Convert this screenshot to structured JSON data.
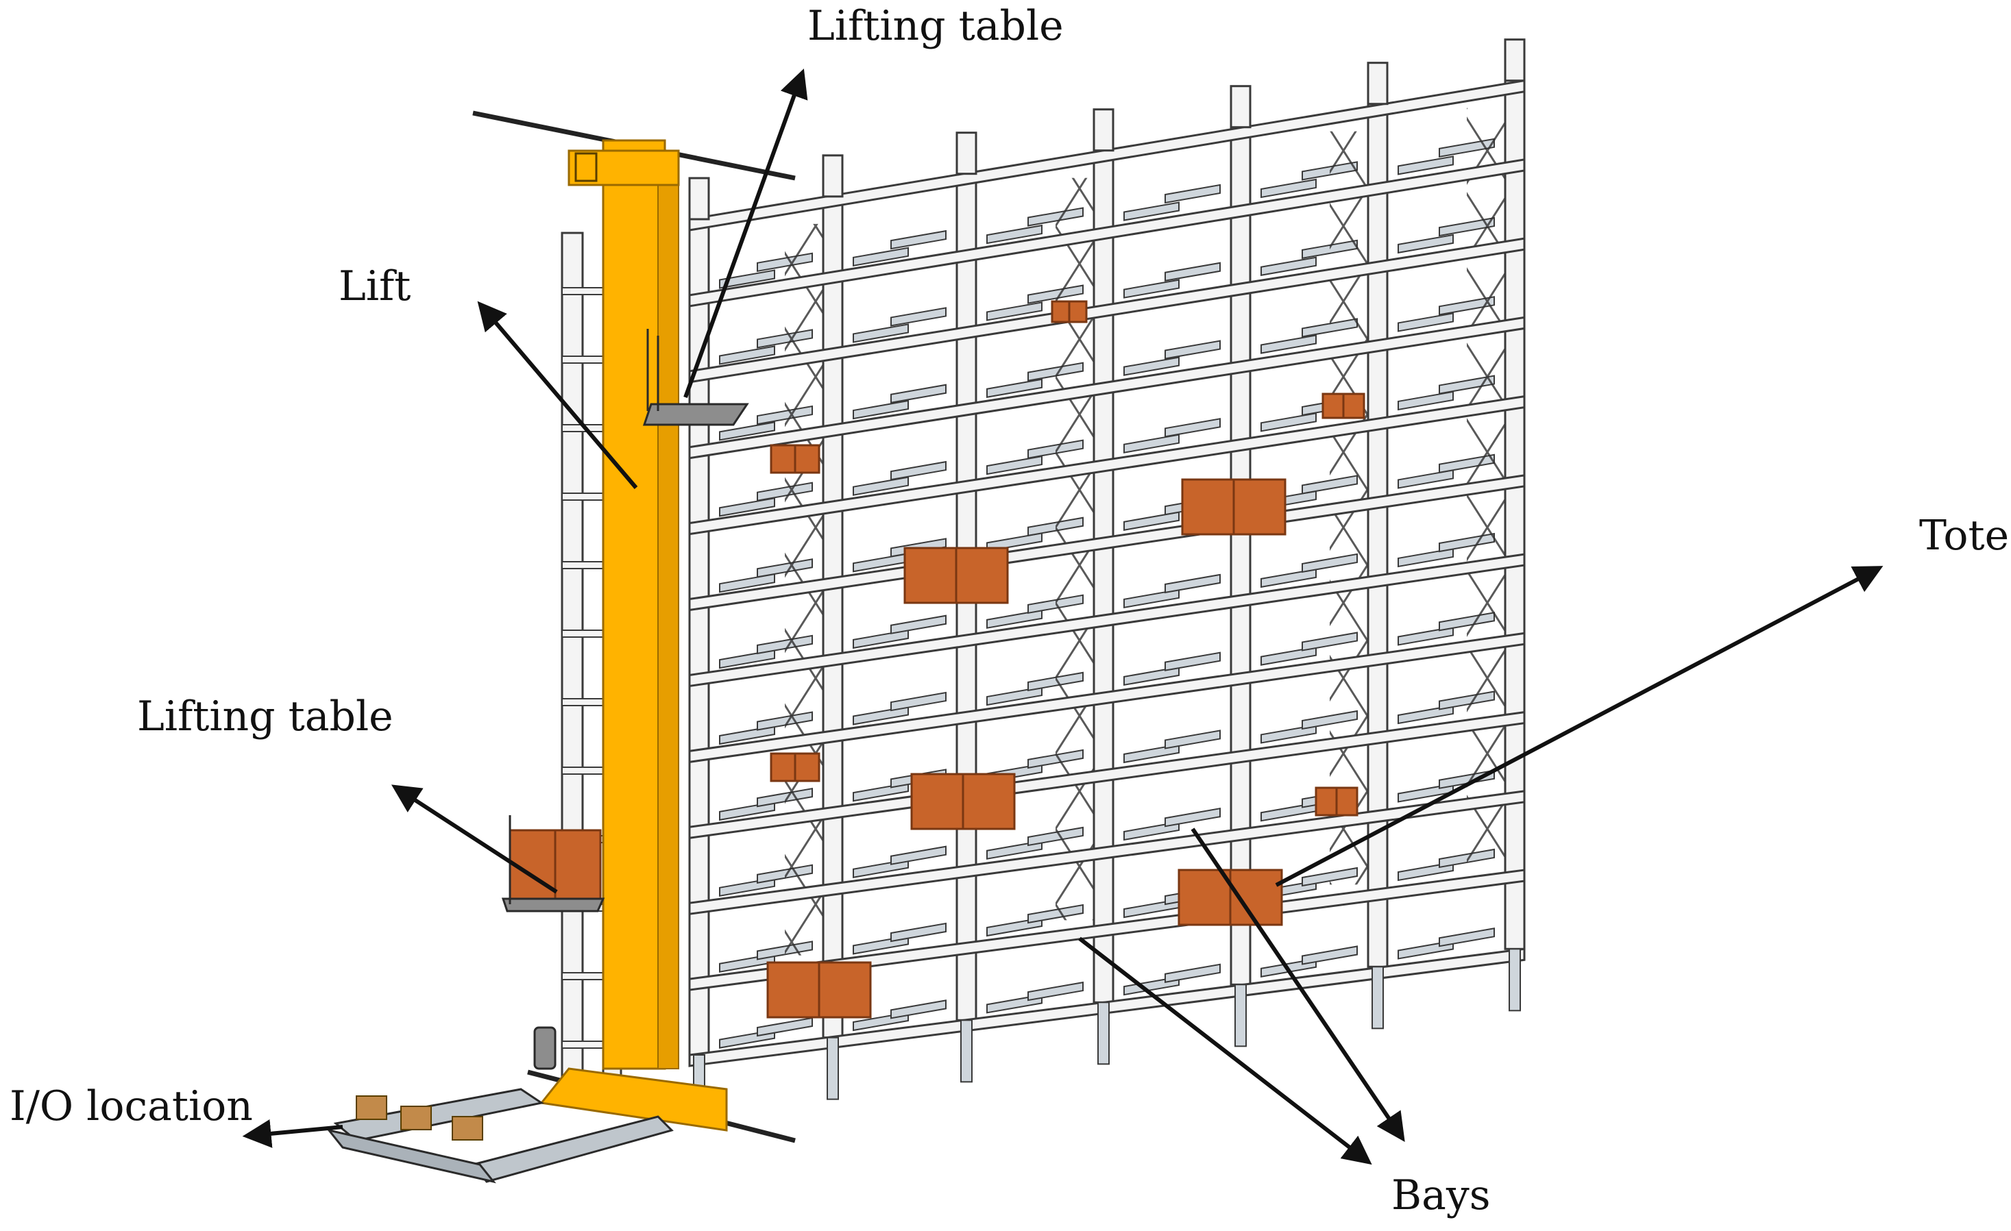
{
  "labels": {
    "lifting_table_top": "Lifting table",
    "lift": "Lift",
    "tote": "Tote",
    "lifting_table_mid": "Lifting table",
    "io_location": "I/O location",
    "bays": "Bays"
  },
  "colors": {
    "lift": "#ffb300",
    "tote": "#c8642a",
    "rack_frame": "#f4f4f4",
    "rack_outline": "#3a3a3a",
    "beam": "#cfd6dc",
    "arrow": "#111111"
  }
}
